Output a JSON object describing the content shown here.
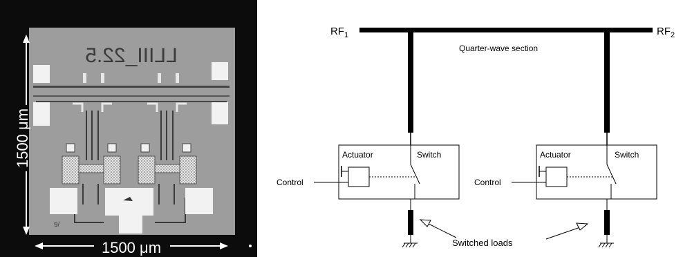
{
  "photo": {
    "chip_marking": "LLIII_22.5",
    "scale_vertical": "1500 μm",
    "scale_horizontal": "1500 μm",
    "corner_mark": "9/"
  },
  "schematic": {
    "rf1": {
      "main": "RF",
      "sub": "1"
    },
    "rf2": {
      "main": "RF",
      "sub": "2"
    },
    "quarter_wave": "Quarter-wave section",
    "blocks": [
      {
        "actuator": "Actuator",
        "switch": "Switch",
        "control": "Control"
      },
      {
        "actuator": "Actuator",
        "switch": "Switch",
        "control": "Control"
      }
    ],
    "switched_loads": "Switched loads"
  }
}
